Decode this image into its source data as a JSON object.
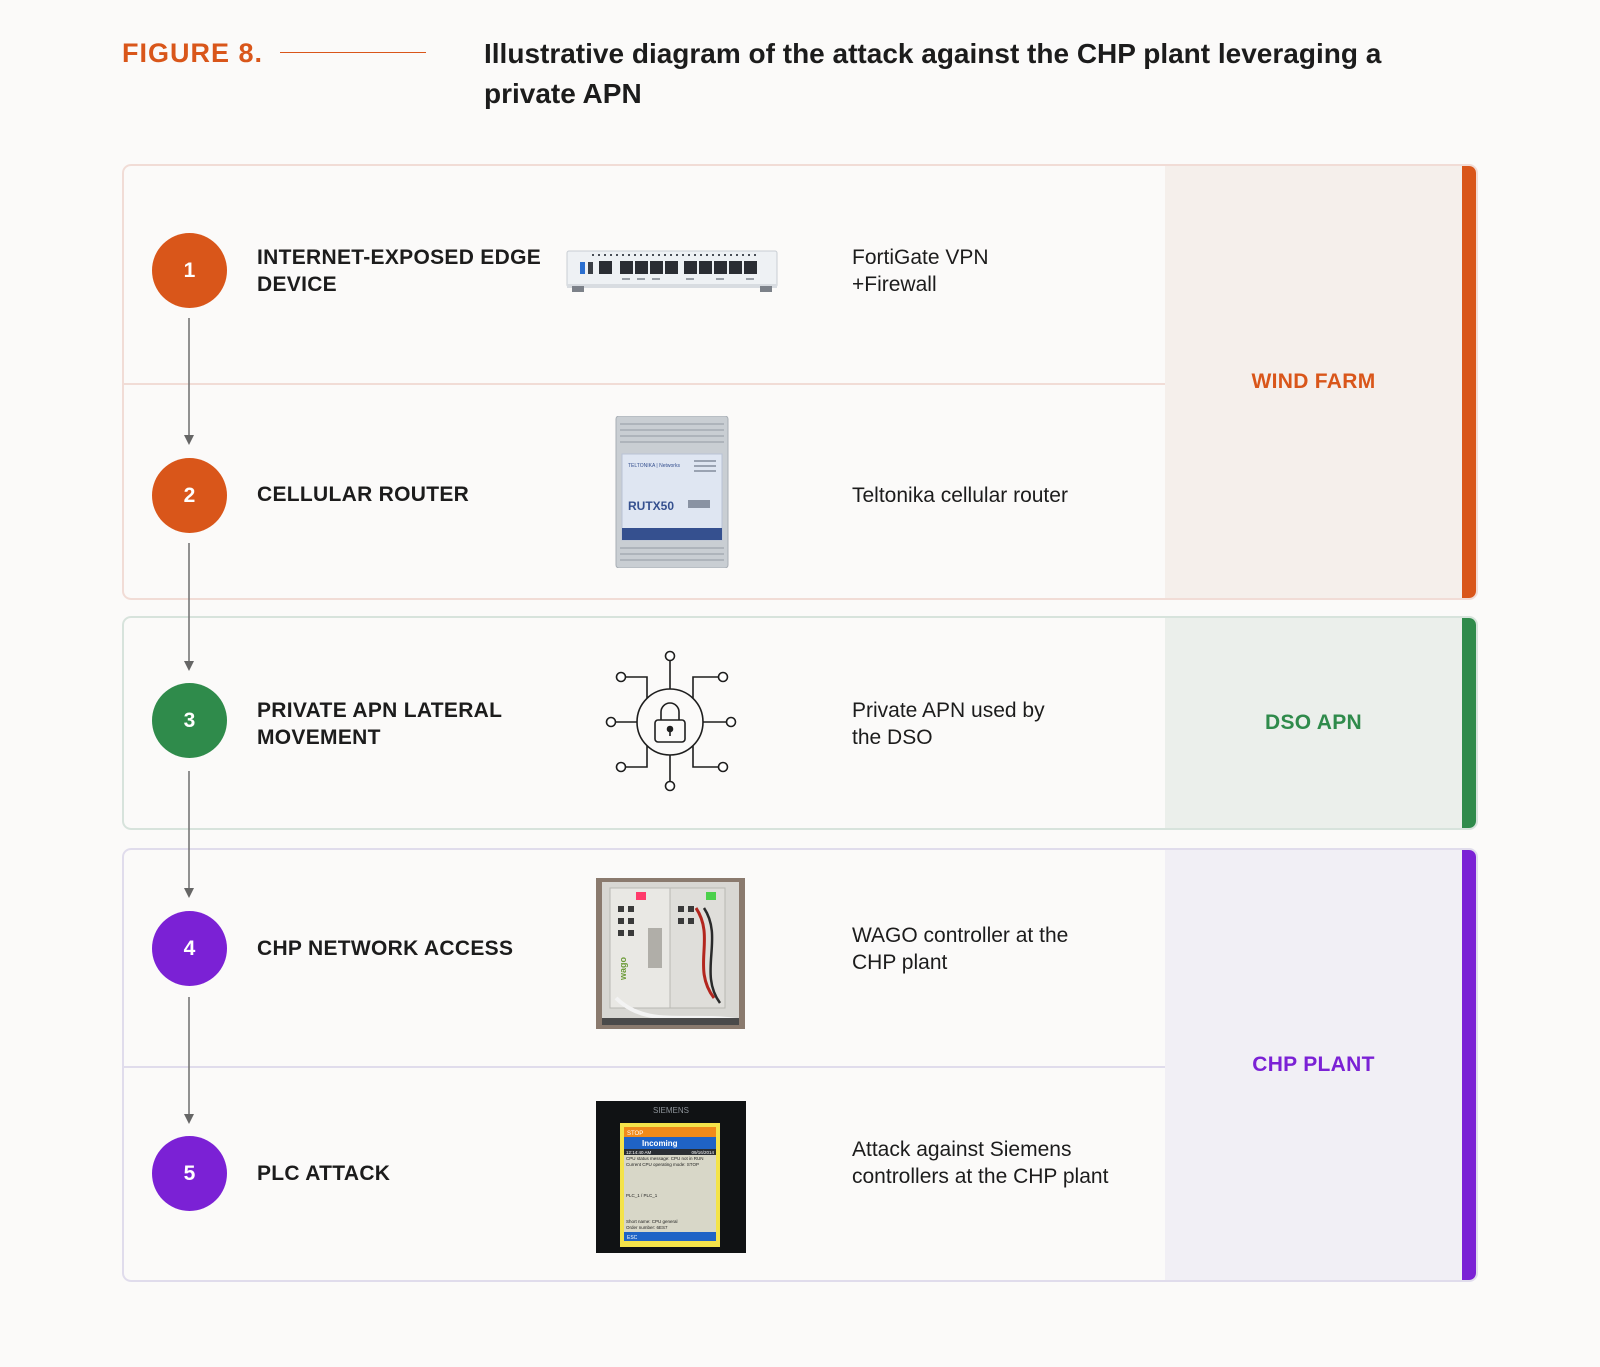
{
  "figure": {
    "label": "FIGURE 8.",
    "title": "Illustrative diagram of the attack against the CHP plant leveraging a private APN"
  },
  "zones": {
    "wind": {
      "label": "WIND FARM",
      "color": "#d9561a"
    },
    "dso": {
      "label": "DSO APN",
      "color": "#2f8b4b"
    },
    "chp": {
      "label": "CHP PLANT",
      "color": "#7b21d5"
    }
  },
  "steps": [
    {
      "number": "1",
      "label": "INTERNET-EXPOSED EDGE DEVICE",
      "description": "FortiGate VPN +Firewall",
      "device_icon": "firewall-appliance-icon"
    },
    {
      "number": "2",
      "label": "CELLULAR ROUTER",
      "description": "Teltonika cellular router",
      "device_icon": "cellular-router-icon",
      "device_text": {
        "brand": "TELTONIKA | Networks",
        "model": "RUTX50"
      }
    },
    {
      "number": "3",
      "label": "PRIVATE APN LATERAL MOVEMENT",
      "description": "Private APN used by the DSO",
      "device_icon": "network-lock-icon"
    },
    {
      "number": "4",
      "label": "CHP NETWORK ACCESS",
      "description": "WAGO controller at the CHP plant",
      "device_icon": "wago-controller-icon"
    },
    {
      "number": "5",
      "label": "PLC ATTACK",
      "description": "Attack against Siemens controllers at the CHP plant",
      "device_icon": "siemens-plc-screen-icon",
      "screen_text": {
        "brand": "SIEMENS",
        "status": "STOP",
        "heading": "Incoming",
        "time": "12:14:40 AM",
        "date": "09/16/2014",
        "message": "CPU status message: CPU not in RUN Current CPU operating mode: STOP",
        "plc": "PLC_1 / PLC_1",
        "short": "Short name: CPU general",
        "order": "Order number: 6ES7",
        "esc": "ESC"
      }
    }
  ]
}
